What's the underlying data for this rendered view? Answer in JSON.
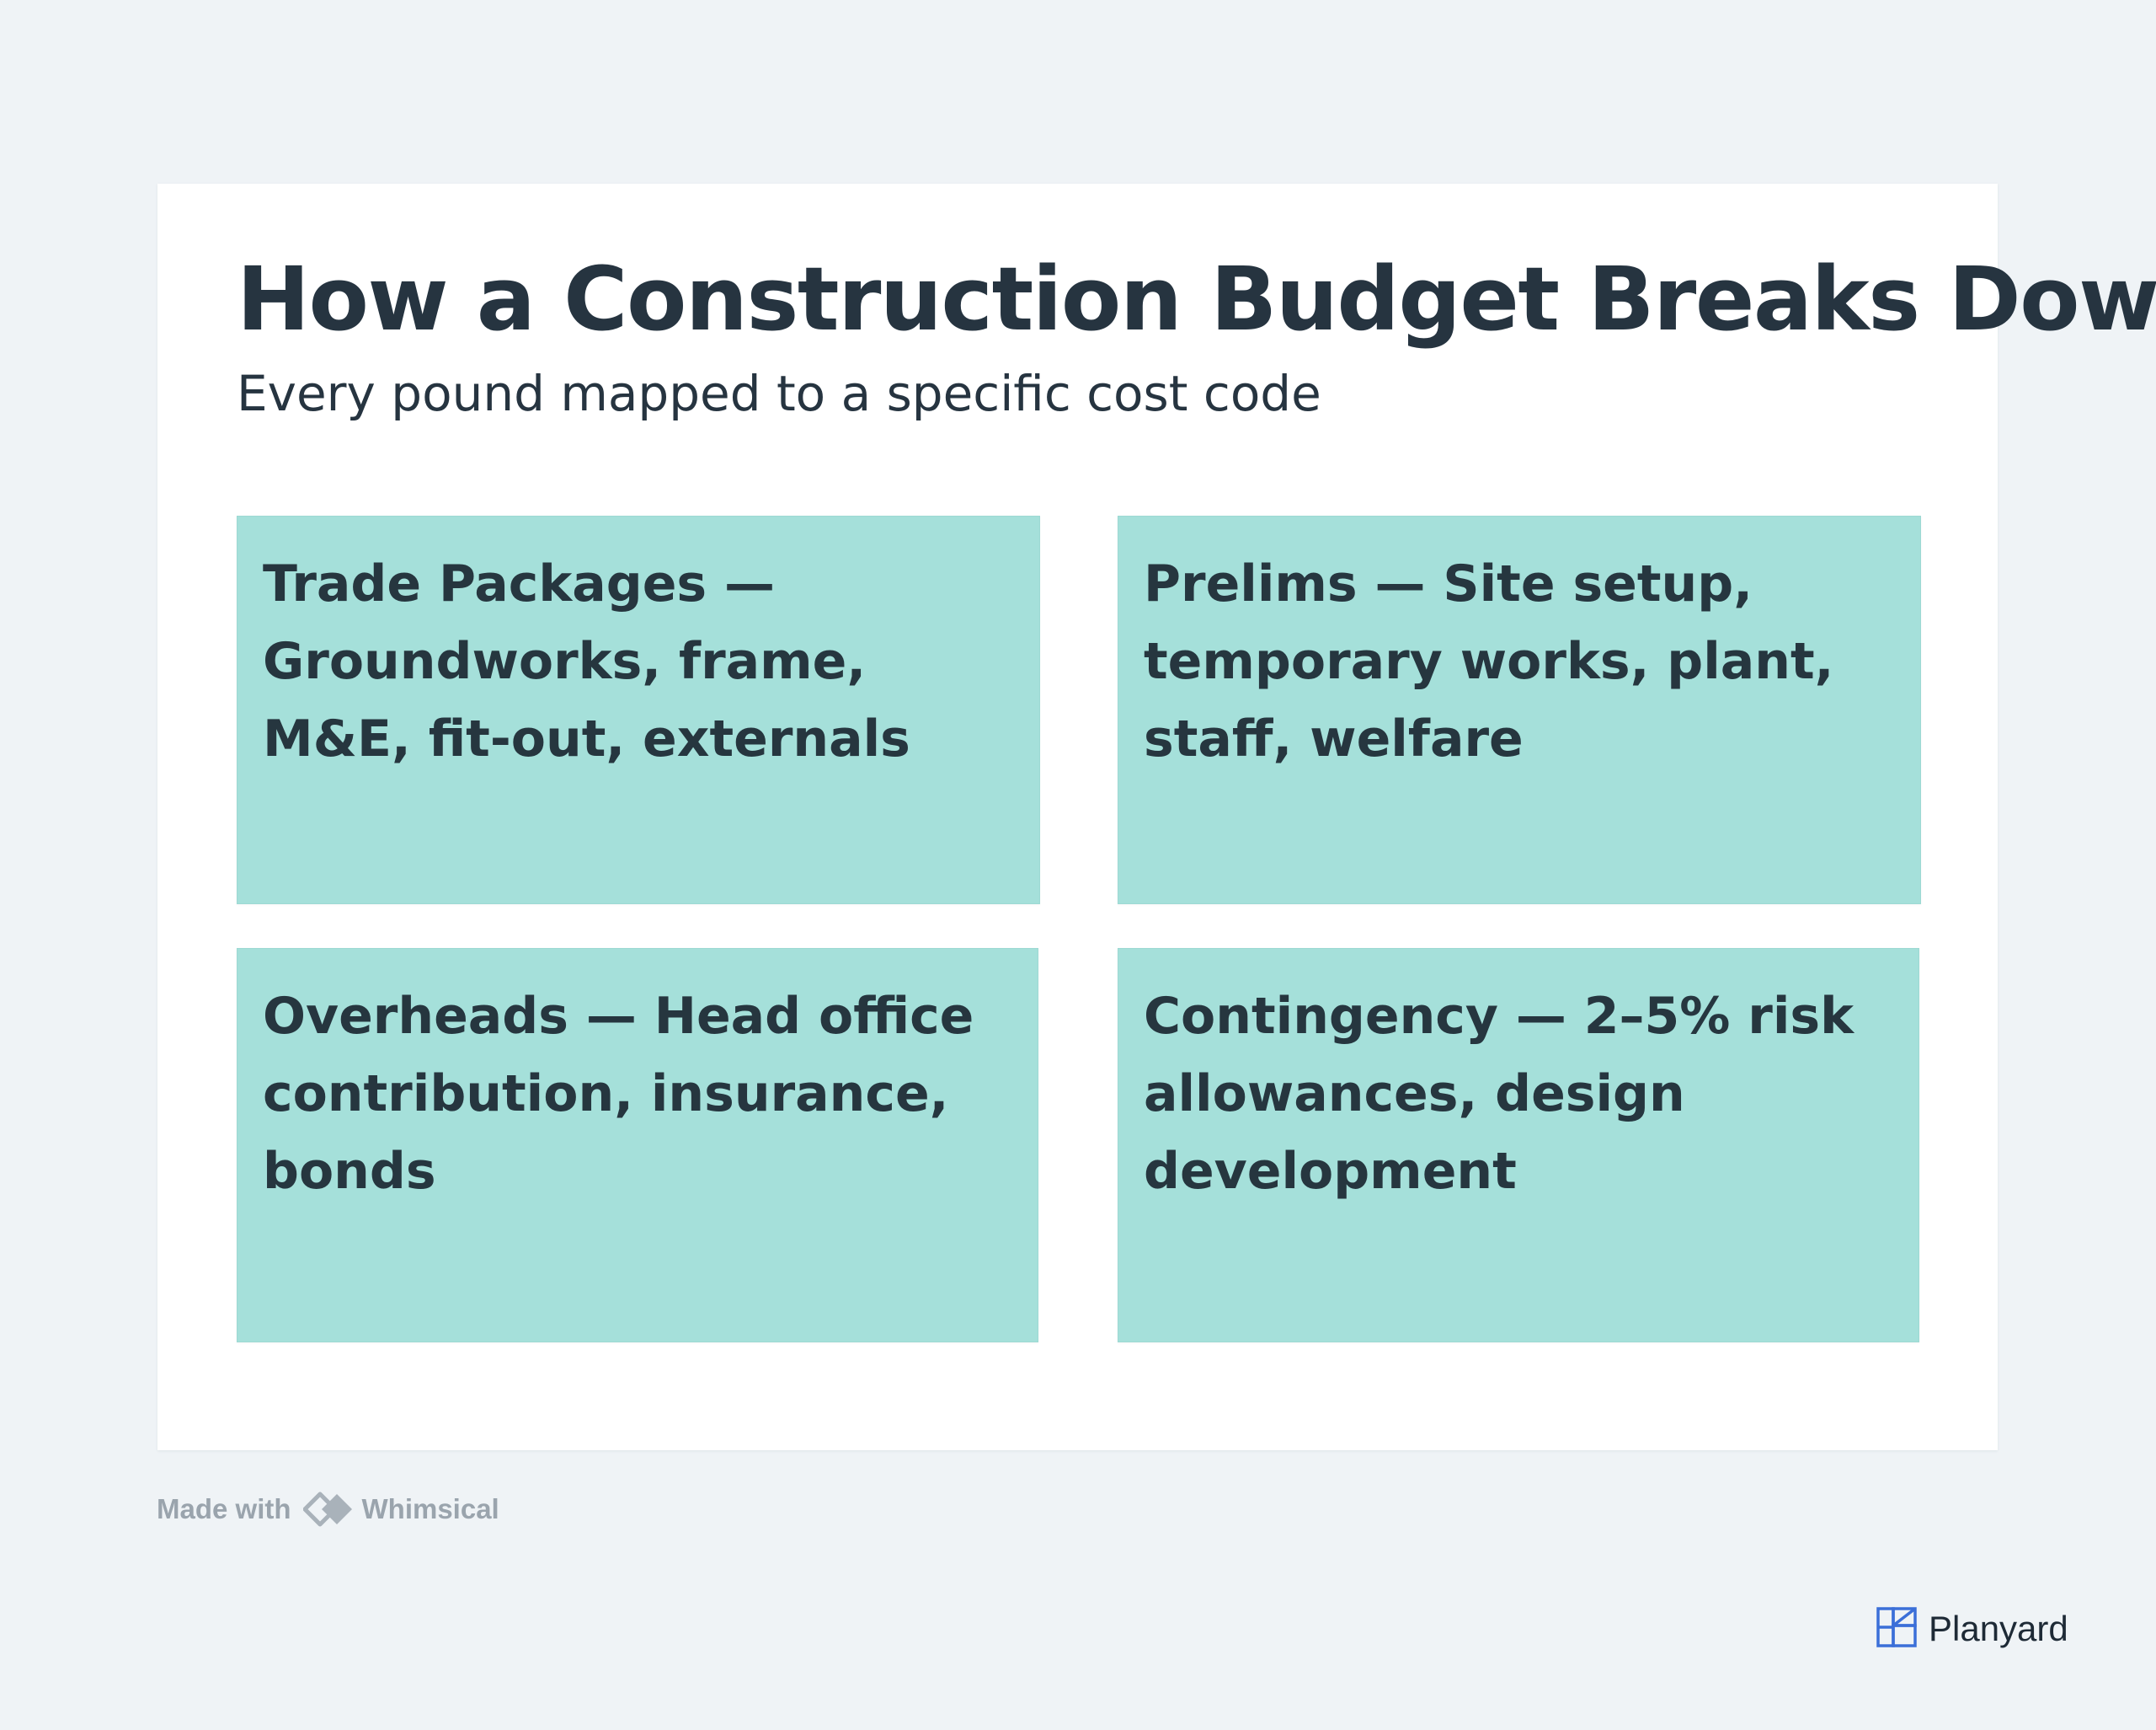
{
  "title": "How a Construction Budget Breaks Down",
  "subtitle": "Every pound mapped to a specific cost code",
  "tiles": [
    {
      "text": "Trade Packages — Groundworks, frame, M&E, fit-out, externals"
    },
    {
      "text": "Prelims — Site setup, temporary works, plant, staff, welfare"
    },
    {
      "text": "Overheads — Head office contribution, insurance, bonds"
    },
    {
      "text": "Contingency — 2–5% risk allowances, design development"
    }
  ],
  "colors": {
    "background": "#eff3f6",
    "card": "#ffffff",
    "tile": "#a5e0da",
    "text": "#263440",
    "brand_icon": "#3b6fd8"
  },
  "footer": {
    "made_with_label": "Made with",
    "whimsical_label": "Whimsical",
    "whimsical_icon": "whimsical-logo-icon"
  },
  "brand": {
    "name": "Planyard",
    "icon": "planyard-logo-icon"
  }
}
